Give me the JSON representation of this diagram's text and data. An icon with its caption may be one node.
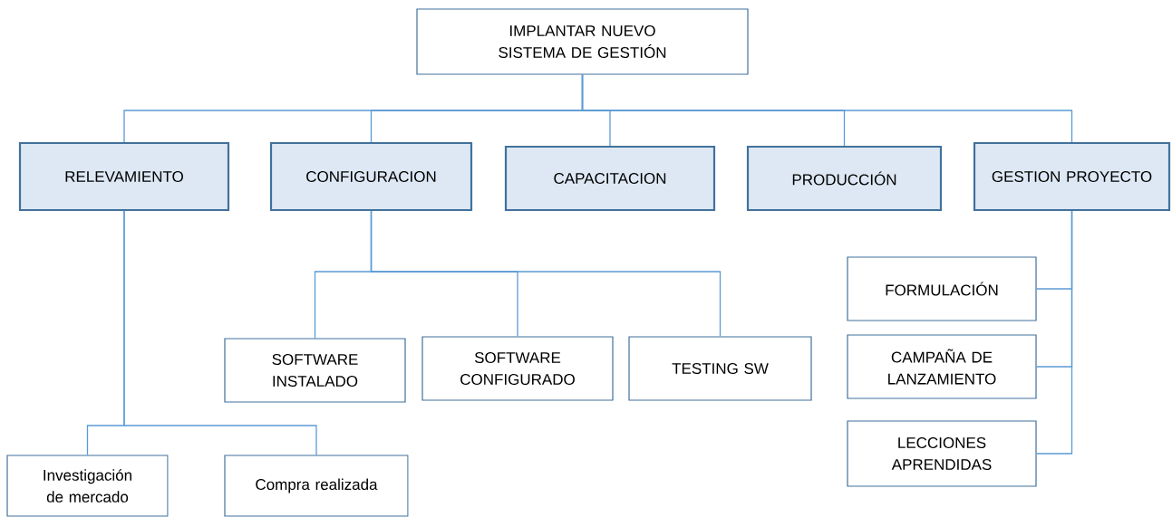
{
  "diagram": {
    "nodes": [
      {
        "text": [
          "IMPLANTAR NUEVO SISTEMA DE GESTIÓN"
        ]
      },
      {
        "text": [
          "RELEVAMIENTO"
        ]
      },
      {
        "text": [
          "CONFIGURACION"
        ]
      },
      {
        "text": [
          "CAPACITACION"
        ]
      },
      {
        "text": [
          "PRODUCCIÓN"
        ]
      },
      {
        "text": [
          "GESTION PROYECTO"
        ]
      },
      {
        "text": [
          "SOFTWARE INSTALADO"
        ]
      },
      {
        "text": [
          "SOFTWARE CONFIGURADO"
        ]
      },
      {
        "text": [
          "TESTING SW"
        ]
      },
      {
        "text": [
          "FORMULACIÓN"
        ]
      },
      {
        "text": [
          "CAMPAÑA DE LANZAMIENTO"
        ]
      },
      {
        "text": [
          "LECCIONES APRENDIDAS"
        ]
      },
      {
        "text": [
          "Investigación de mercado"
        ]
      },
      {
        "text": [
          "Compra realizada"
        ]
      }
    ],
    "edges": [
      {
        "from": 0,
        "to": 1,
        "arrow": "none"
      },
      {
        "from": 0,
        "to": 2,
        "arrow": "none"
      },
      {
        "from": 0,
        "to": 3,
        "arrow": "none"
      },
      {
        "from": 0,
        "to": 4,
        "arrow": "none"
      },
      {
        "from": 0,
        "to": 5,
        "arrow": "none"
      },
      {
        "from": 2,
        "to": 6,
        "arrow": "none"
      },
      {
        "from": 2,
        "to": 7,
        "arrow": "none"
      },
      {
        "from": 2,
        "to": 8,
        "arrow": "none"
      },
      {
        "from": 5,
        "to": 9,
        "arrow": "none"
      },
      {
        "from": 5,
        "to": 10,
        "arrow": "none"
      },
      {
        "from": 5,
        "to": 11,
        "arrow": "none"
      },
      {
        "from": 1,
        "to": 12,
        "arrow": "none"
      },
      {
        "from": 1,
        "to": 13,
        "arrow": "none"
      }
    ]
  }
}
